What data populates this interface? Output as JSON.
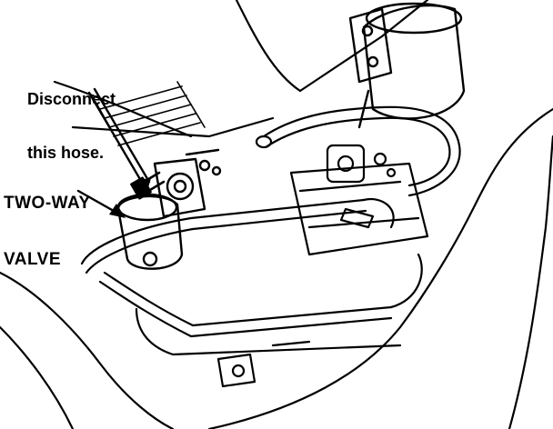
{
  "callouts": {
    "hose_line1": "Disconnect",
    "hose_line2": "this hose.",
    "valve_line1": "TWO-WAY",
    "valve_line2": "VALVE"
  },
  "colors": {
    "ink": "#000000",
    "paper": "#ffffff"
  }
}
